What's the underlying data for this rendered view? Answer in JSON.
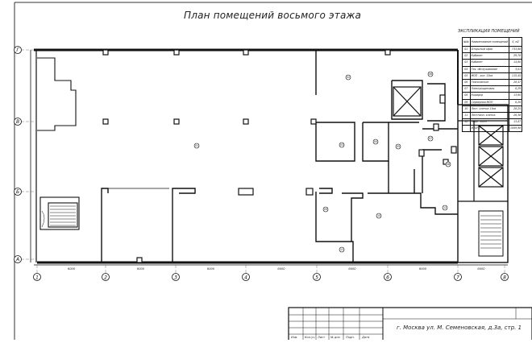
{
  "title": "План помещений восьмого этажа",
  "legend": {
    "title": "ЭКСПЛИКАЦИЯ ПОМЕЩЕНИЙ",
    "header": {
      "num": "№№",
      "name": "Наименование помещений",
      "area": "S, м2"
    },
    "rows": [
      {
        "num": "01",
        "name": "Открытый офис",
        "area": "733,88"
      },
      {
        "num": "02",
        "name": "Кабинет",
        "area": "29,78"
      },
      {
        "num": "03",
        "name": "Кабинет",
        "area": "14,80"
      },
      {
        "num": "04",
        "name": "Тех. обслуживание",
        "area": "3,01"
      },
      {
        "num": "05",
        "name": "МОП - хол. 13кв",
        "area": "115,45"
      },
      {
        "num": "06",
        "name": "Техническое",
        "area": "28,47"
      },
      {
        "num": "07",
        "name": "Электрощитовая",
        "area": "6,29"
      },
      {
        "num": "08",
        "name": "Коридор",
        "area": "13,60"
      },
      {
        "num": "09",
        "name": "Серверная МОП",
        "area": "6,26"
      },
      {
        "num": "10",
        "name": "Лест. клетка 13кв",
        "area": "28,25"
      },
      {
        "num": "11",
        "name": "Лестничн. клетка",
        "area": "26,38"
      },
      {
        "num": "12",
        "name": "Лифт. холл",
        "area": "13,87"
      },
      {
        "num": "",
        "name": "ИТОГО",
        "area": "1009,98"
      }
    ]
  },
  "axes": {
    "vertical": [
      "1",
      "2",
      "3",
      "4",
      "5",
      "6",
      "7",
      "8"
    ],
    "horizontal": [
      "Г",
      "В",
      "Б",
      "А"
    ]
  },
  "dimensions": [
    "6000",
    "6000",
    "6000",
    "6000",
    "6000",
    "6000",
    "6000"
  ],
  "rooms": [
    "01",
    "02",
    "03",
    "04",
    "05",
    "06",
    "07",
    "08",
    "09",
    "10",
    "11",
    "12"
  ],
  "stamp": {
    "address": "г. Москва ул. М. Семеновская, д.3а, стр. 1",
    "columns": [
      "Изм.",
      "Кол.уч",
      "Лист",
      "№ док",
      "Подп.",
      "Дата"
    ]
  }
}
